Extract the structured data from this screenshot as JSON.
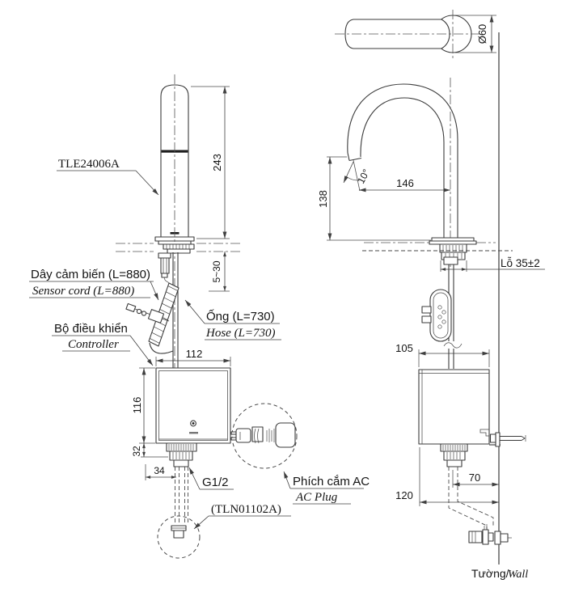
{
  "labels": {
    "product_code": "TLE24006A",
    "sensor_cord_vi": "Dây cảm biến (L=880)",
    "sensor_cord_en": "Sensor cord (L=880)",
    "controller_vi": "Bộ điều khiển",
    "controller_en": "Controller",
    "hose_vi": "Ống (L=730)",
    "hose_en": "Hose (L=730)",
    "ac_plug_vi": "Phích cắm AC",
    "ac_plug_en": "AC Plug",
    "thread_size": "G1/2",
    "drain_code": "(TLN01102A)",
    "hole_label": "Lỗ 35±2",
    "wall_vi": "Tường/",
    "wall_en": "Wall"
  },
  "dimensions": {
    "spout_height": "243",
    "deck_range": "5~30",
    "controller_width": "112",
    "controller_height": "116",
    "inlet_height": "32",
    "inlet_width": "34",
    "spout_diameter": "Ø60",
    "outlet_height": "138",
    "spout_reach": "146",
    "outlet_angle": "10°",
    "controller_depth": "105",
    "pipe_offset": "70",
    "wall_offset": "120"
  },
  "colors": {
    "line": "#3b3b3b",
    "text": "#141414",
    "background": "#ffffff"
  }
}
